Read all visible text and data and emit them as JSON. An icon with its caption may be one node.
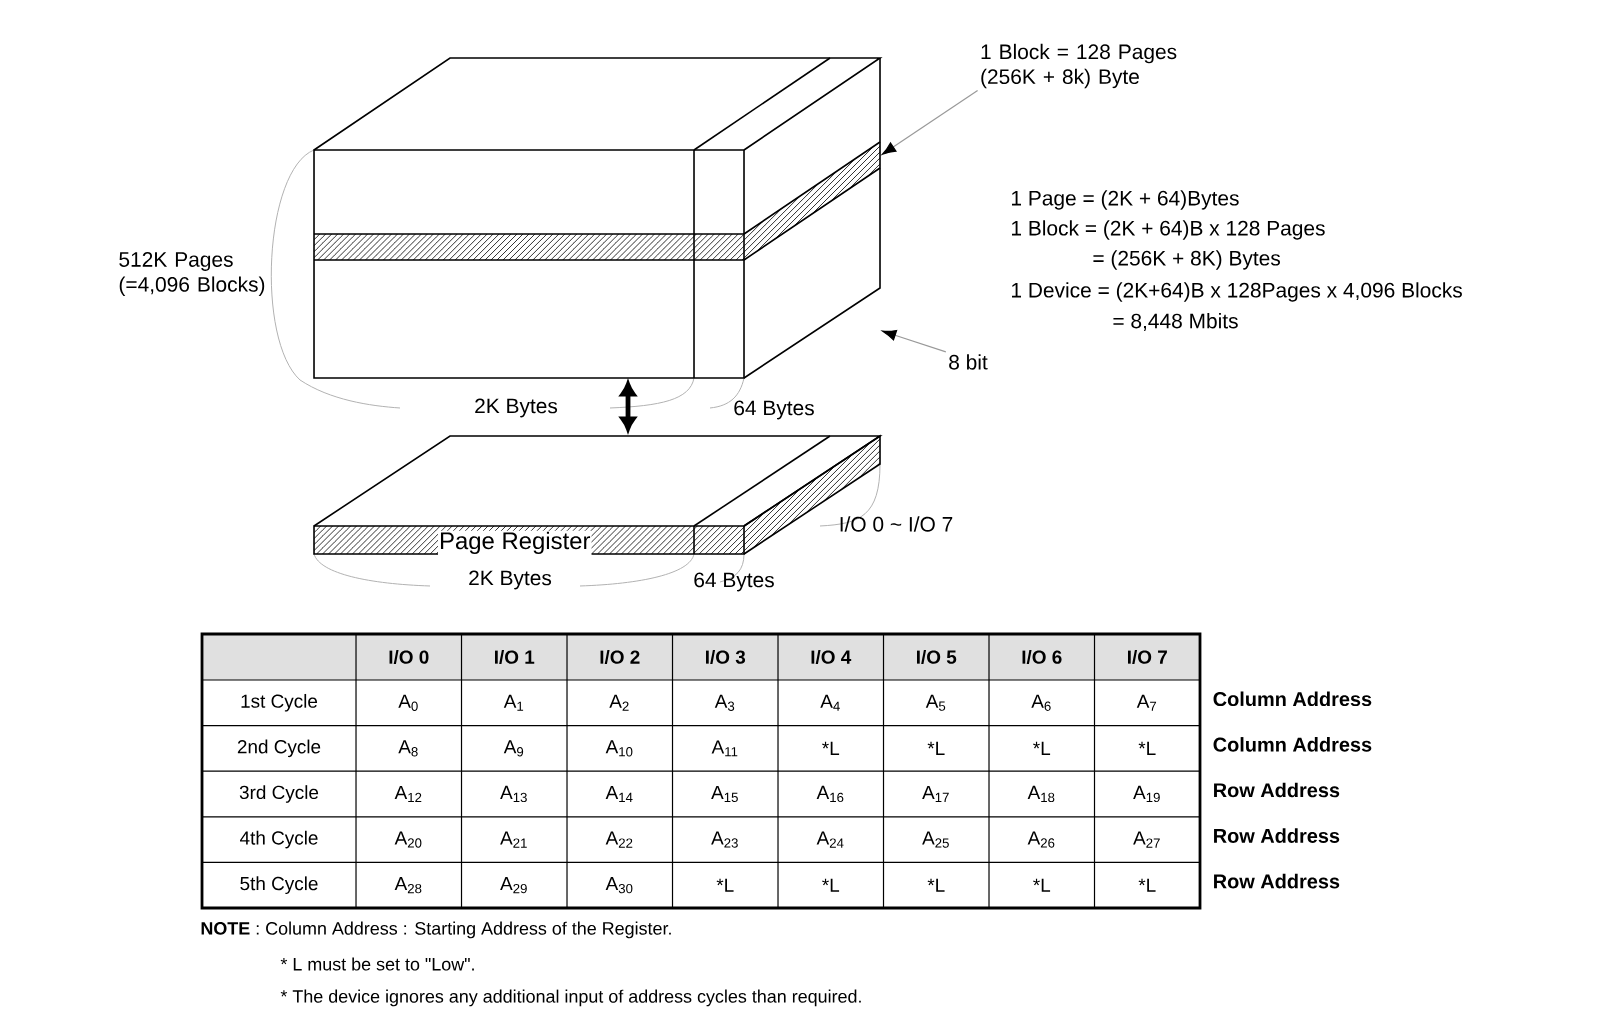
{
  "diagram": {
    "nodes": [
      {
        "text": [],
        "shape": "box"
      },
      {
        "text": [
          "Page Register"
        ]
      },
      {
        "text": [
          "1 Block = 128 Pages (256K + 8k) Byte"
        ]
      },
      {
        "text": [
          "8 bit"
        ]
      }
    ],
    "edges": [
      {
        "from": 0,
        "to": 1,
        "arrow": "both",
        "style": "thick",
        "color": "#000000"
      },
      {
        "from": 2,
        "to": 0,
        "arrow": "to",
        "color": "#999999"
      },
      {
        "from": 3,
        "to": 0,
        "arrow": "to",
        "color": "#999999"
      }
    ],
    "labels": [
      "1 Page = (2K + 64)Bytes",
      "1 Block = (2K + 64)B x 128 Pages",
      "= (256K + 8K) Bytes",
      "512K Pages (=4,096 Blocks)",
      "1 Device = (2K+64)B x 128Pages x 4,096 Blocks",
      "= 8,448 Mbits",
      "2K Bytes",
      "64 Bytes",
      "I/O 0 ~ I/O 7",
      "2K Bytes",
      "64 Bytes",
      "I/O 0",
      "I/O 1",
      "I/O 2",
      "I/O 3",
      "I/O 4",
      "I/O 5",
      "I/O 6",
      "I/O 7",
      "1st Cycle",
      "A$_{0}$",
      "A$_{1}$",
      "A$_{2}$",
      "A$_{3}$",
      "A$_{4}$",
      "A$_{5}$",
      "A$_{6}$",
      "A$_{7}$",
      "Column Address",
      "2nd Cycle",
      "A$_{8}$",
      "A$_{9}$",
      "A$_{10}$",
      "A$_{11}$",
      "*L",
      "*L",
      "*L",
      "*L",
      "Column Address",
      "3rd Cycle",
      "A$_{12}$",
      "A$_{13}$",
      "A$_{14}$",
      "A$_{15}$",
      "A$_{16}$",
      "A$_{17}$",
      "A$_{18}$",
      "A$_{19}$",
      "Row Address",
      "4th Cycle",
      "A$_{20}$",
      "A$_{21}$",
      "A$_{22}$",
      "A$_{23}$",
      "A$_{24}$",
      "A$_{25}$",
      "A$_{26}$",
      "A$_{27}$",
      "Row Address",
      "5th Cycle",
      "A$_{28}$",
      "A$_{29}$",
      "A$_{30}$",
      "*L",
      "*L",
      "*L",
      "*L",
      "*L",
      "Row Address",
      "**NOTE** : Column Address : Starting Address of the Register.",
      "* L must be set to \"Low\".",
      "* The device ignores any additional input of address cycles than required."
    ]
  }
}
